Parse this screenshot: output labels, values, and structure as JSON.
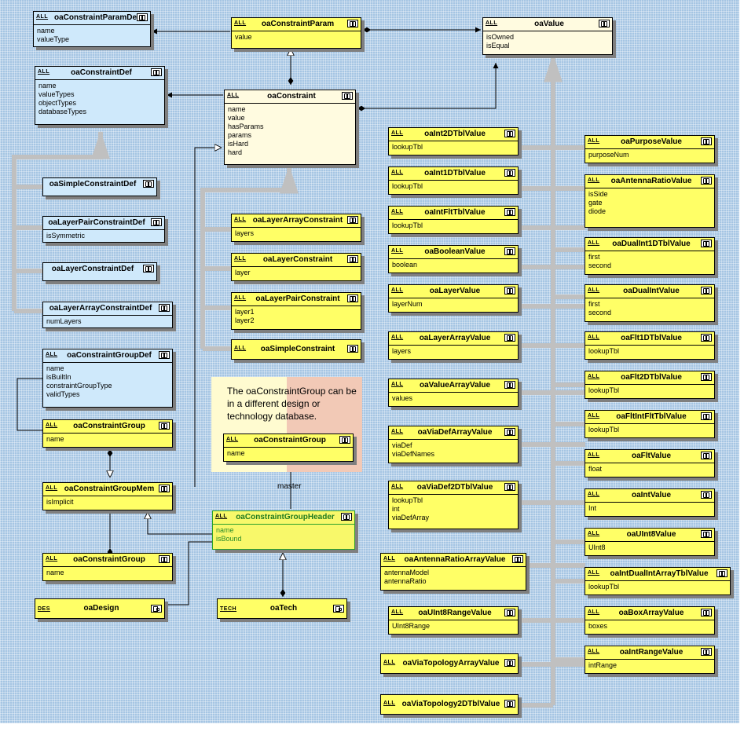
{
  "classes": {
    "constraint_param_def": {
      "stereotype": "ALL",
      "name": "oaConstraintParamDef",
      "attributes": [
        "name",
        "valueType"
      ]
    },
    "constraint_param": {
      "stereotype": "ALL",
      "name": "oaConstraintParam",
      "attributes": [
        "value"
      ]
    },
    "value": {
      "stereotype": "ALL",
      "name": "oaValue",
      "attributes": [
        "isOwned",
        "isEqual"
      ]
    },
    "constraint_def": {
      "stereotype": "ALL",
      "name": "oaConstraintDef",
      "attributes": [
        "name",
        "valueTypes",
        "objectTypes",
        "databaseTypes"
      ]
    },
    "constraint": {
      "stereotype": "ALL",
      "name": "oaConstraint",
      "attributes": [
        "name",
        "value",
        "hasParams",
        "params",
        "isHard",
        "hard"
      ]
    },
    "simple_constraint_def": {
      "stereotype": "",
      "name": "oaSimpleConstraintDef",
      "attributes": []
    },
    "layer_pair_constraint_def": {
      "stereotype": "",
      "name": "oaLayerPairConstraintDef",
      "attributes": [
        "isSymmetric"
      ]
    },
    "layer_constraint_def": {
      "stereotype": "",
      "name": "oaLayerConstraintDef",
      "attributes": []
    },
    "layer_array_constraint_def": {
      "stereotype": "",
      "name": "oaLayerArrayConstraintDef",
      "attributes": [
        "numLayers"
      ]
    },
    "constraint_group_def": {
      "stereotype": "ALL",
      "name": "oaConstraintGroupDef",
      "attributes": [
        "name",
        "isBuiltIn",
        "constraintGroupType",
        "validTypes"
      ]
    },
    "constraint_group_1": {
      "stereotype": "ALL",
      "name": "oaConstraintGroup",
      "attributes": [
        "name"
      ]
    },
    "constraint_group_mem": {
      "stereotype": "ALL",
      "name": "oaConstraintGroupMem",
      "attributes": [
        "isImplicit"
      ]
    },
    "constraint_group_2": {
      "stereotype": "ALL",
      "name": "oaConstraintGroup",
      "attributes": [
        "name"
      ]
    },
    "design": {
      "stereotype": "DES",
      "name": "oaDesign",
      "attributes": []
    },
    "layer_array_constraint": {
      "stereotype": "ALL",
      "name": "oaLayerArrayConstraint",
      "attributes": [
        "layers"
      ]
    },
    "layer_constraint": {
      "stereotype": "ALL",
      "name": "oaLayerConstraint",
      "attributes": [
        "layer"
      ]
    },
    "layer_pair_constraint": {
      "stereotype": "ALL",
      "name": "oaLayerPairConstraint",
      "attributes": [
        "layer1",
        "layer2"
      ]
    },
    "simple_constraint": {
      "stereotype": "ALL",
      "name": "oaSimpleConstraint",
      "attributes": []
    },
    "constraint_group_3": {
      "stereotype": "ALL",
      "name": "oaConstraintGroup",
      "attributes": [
        "name"
      ]
    },
    "constraint_group_header": {
      "stereotype": "ALL",
      "name": "oaConstraintGroupHeader",
      "attributes": [
        "name",
        "isBound"
      ]
    },
    "tech": {
      "stereotype": "TECH",
      "name": "oaTech",
      "attributes": []
    },
    "int2d_tbl_value": {
      "stereotype": "ALL",
      "name": "oaInt2DTblValue",
      "attributes": [
        "lookupTbl"
      ]
    },
    "int1d_tbl_value": {
      "stereotype": "ALL",
      "name": "oaInt1DTblValue",
      "attributes": [
        "lookupTbl"
      ]
    },
    "int_flt_tbl_value": {
      "stereotype": "ALL",
      "name": "oaIntFltTblValue",
      "attributes": [
        "lookupTbl"
      ]
    },
    "boolean_value": {
      "stereotype": "ALL",
      "name": "oaBooleanValue",
      "attributes": [
        "boolean"
      ]
    },
    "layer_value": {
      "stereotype": "ALL",
      "name": "oaLayerValue",
      "attributes": [
        "layerNum"
      ]
    },
    "layer_array_value": {
      "stereotype": "ALL",
      "name": "oaLayerArrayValue",
      "attributes": [
        "layers"
      ]
    },
    "value_array_value": {
      "stereotype": "ALL",
      "name": "oaValueArrayValue",
      "attributes": [
        "values"
      ]
    },
    "via_def_array_value": {
      "stereotype": "ALL",
      "name": "oaViaDefArrayValue",
      "attributes": [
        "viaDef",
        "viaDefNames"
      ]
    },
    "via_def2d_tbl_value": {
      "stereotype": "ALL",
      "name": "oaViaDef2DTblValue",
      "attributes": [
        "lookupTbl",
        "int",
        "viaDefArray"
      ]
    },
    "antenna_ratio_array_value": {
      "stereotype": "ALL",
      "name": "oaAntennaRatioArrayValue",
      "attributes": [
        "antennaModel",
        "antennaRatio"
      ]
    },
    "uint8_range_value": {
      "stereotype": "ALL",
      "name": "oaUInt8RangeValue",
      "attributes": [
        "UInt8Range"
      ]
    },
    "via_topology_array_value": {
      "stereotype": "ALL",
      "name": "oaViaTopologyArrayValue",
      "attributes": []
    },
    "via_topology2d_tbl_value": {
      "stereotype": "ALL",
      "name": "oaViaTopology2DTblValue",
      "attributes": []
    },
    "purpose_value": {
      "stereotype": "ALL",
      "name": "oaPurposeValue",
      "attributes": [
        "purposeNum"
      ]
    },
    "antenna_ratio_value": {
      "stereotype": "ALL",
      "name": "oaAntennaRatioValue",
      "attributes": [
        "isSide",
        "gate",
        "diode"
      ]
    },
    "dual_int1d_tbl_value": {
      "stereotype": "ALL",
      "name": "oaDualInt1DTblValue",
      "attributes": [
        "first",
        "second"
      ]
    },
    "dual_int_value": {
      "stereotype": "ALL",
      "name": "oaDualIntValue",
      "attributes": [
        "first",
        "second"
      ]
    },
    "flt1d_tbl_value": {
      "stereotype": "ALL",
      "name": "oaFlt1DTblValue",
      "attributes": [
        "lookupTbl"
      ]
    },
    "flt2d_tbl_value": {
      "stereotype": "ALL",
      "name": "oaFlt2DTblValue",
      "attributes": [
        "lookupTbl"
      ]
    },
    "flt_int_flt_tbl_value": {
      "stereotype": "ALL",
      "name": "oaFltIntFltTblValue",
      "attributes": [
        "lookupTbl"
      ]
    },
    "flt_value": {
      "stereotype": "ALL",
      "name": "oaFltValue",
      "attributes": [
        "float"
      ]
    },
    "int_value": {
      "stereotype": "ALL",
      "name": "oaIntValue",
      "attributes": [
        "Int"
      ]
    },
    "uint8_value": {
      "stereotype": "ALL",
      "name": "oaUInt8Value",
      "attributes": [
        "UInt8"
      ]
    },
    "int_dual_int_array_tbl_value": {
      "stereotype": "ALL",
      "name": "oaIntDualIntArrayTblValue",
      "attributes": [
        "lookupTbl"
      ]
    },
    "box_array_value": {
      "stereotype": "ALL",
      "name": "oaBoxArrayValue",
      "attributes": [
        "boxes"
      ]
    },
    "int_range_value": {
      "stereotype": "ALL",
      "name": "oaIntRangeValue",
      "attributes": [
        "intRange"
      ]
    }
  },
  "note": {
    "text": "The oaConstraintGroup can be in a different design or technology database."
  },
  "labels": {
    "master": "master"
  },
  "colors": {
    "class_fill": "#ffff66",
    "def_fill": "#cfe9fb",
    "core_fill": "#fffbe0",
    "header_text": "#1f7a1f",
    "background": "#a5c5e3",
    "inheritance_tree": "#c0c0c0"
  }
}
